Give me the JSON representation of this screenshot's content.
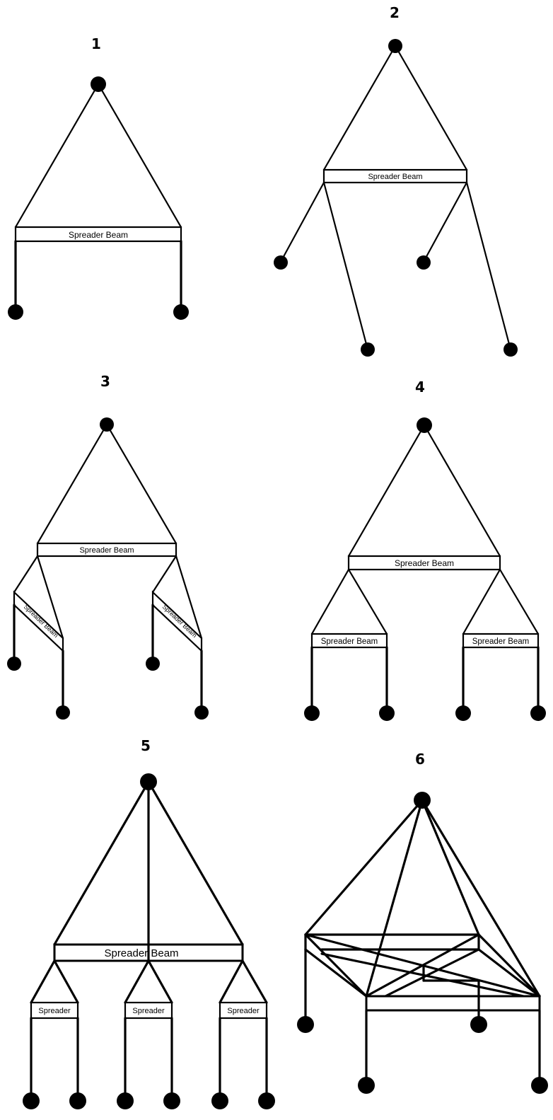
{
  "diagrams": [
    {
      "number": "1",
      "beam_labels": [
        "Spreader Beam"
      ]
    },
    {
      "number": "2",
      "beam_labels": [
        "Spreader Beam"
      ]
    },
    {
      "number": "3",
      "beam_labels": [
        "Spreader Beam",
        "Spreader Beam",
        "Spreader Beam"
      ]
    },
    {
      "number": "4",
      "beam_labels": [
        "Spreader Beam",
        "Spreader Beam",
        "Spreader Beam"
      ]
    },
    {
      "number": "5",
      "beam_labels": [
        "Spreader Beam",
        "Spreader",
        "Spreader",
        "Spreader"
      ]
    },
    {
      "number": "6",
      "beam_labels": []
    }
  ]
}
